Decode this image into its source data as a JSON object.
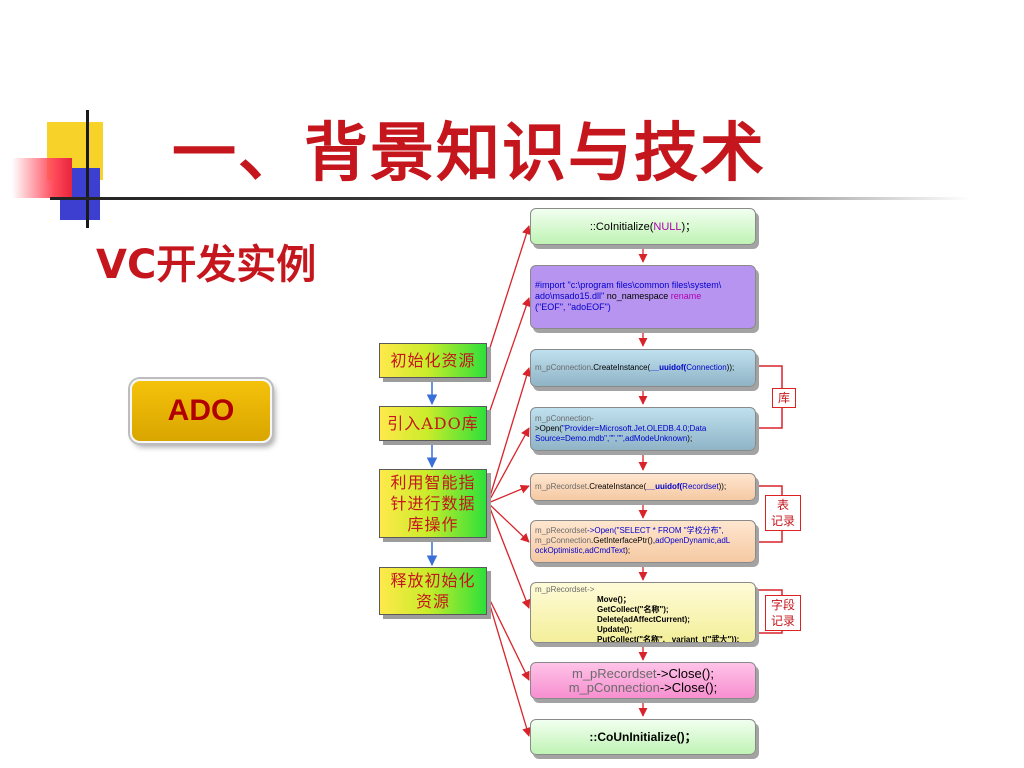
{
  "title": "一、背景知识与技术",
  "subtitle": "VC开发实例",
  "badge": "ADO",
  "steps": [
    "初始化资源",
    "引入ADO库",
    "利用智能指针进行数据库操作",
    "释放初始化资源"
  ],
  "steps_lines": {
    "s3": [
      "利用智能指",
      "针进行数据",
      "库操作"
    ],
    "s4": [
      "释放初始化",
      "资源"
    ]
  },
  "code": {
    "c1": {
      "a": "::CoInitialize(",
      "b": "NULL",
      "c": ")；"
    },
    "c2": {
      "l1": "#import \"c:\\program files\\common files\\system\\",
      "l2a": "ado\\msado15.dll\" ",
      "l2b": "no_namespace ",
      "l2c": "rename",
      "l3": "(\"EOF\", \"adoEOF\")"
    },
    "c3": {
      "a": "m_pConnection",
      "b": ".CreateInstance(",
      "c": "__uuidof(",
      "d": "Connection",
      "e": "));"
    },
    "c4": {
      "l1": "m_pConnection-",
      "l2a": ">Open(",
      "l2b": "\"Provider=Microsoft.Jet.OLEDB.4.0;Data",
      "l3a": "Source=Demo.mdb\",\"\",\"\",",
      "l3b": "adModeUnknown",
      "l3c": ");"
    },
    "c5": {
      "a": "m_pRecordset",
      "b": ".CreateInstance(",
      "c": "__uuidof(",
      "d": "Recordset",
      "e": "));"
    },
    "c6": {
      "l1a": "m_pRecordset",
      "l1b": "->Open(\"SELECT * FROM \"学校分布\",",
      "l2a": "m_pConnection",
      "l2b": ".GetInterfacePtr(),",
      "l2c": "adOpenDynamic,adL",
      "l3a": "ockOptimistic,",
      "l3b": "adCmdText",
      "l3c": ");"
    },
    "c7": {
      "l1": "m_pRecordset->",
      "l2": "Move()；",
      "l3": "GetCollect(\"名称\");",
      "l4": "Delete(adAffectCurrent);",
      "l5": "Update();",
      "l6": "PutCollect(\"名称\", _variant_t(\"武大\"));"
    },
    "c8": {
      "l1a": "m_pRecordset",
      "l1b": "->Close();",
      "l2a": "m_pConnection",
      "l2b": "->Close();"
    },
    "c9": {
      "a": "::CoUnInitialize()；"
    }
  },
  "bracket_labels": {
    "k1": "库",
    "k2": "表 记录",
    "k3": "字段 记录"
  },
  "bracket_lines": {
    "k2": [
      "表",
      "记录"
    ],
    "k3": [
      "字段",
      "记录"
    ]
  },
  "colors": {
    "title_red": "#c4161c",
    "arrow_red": "#d9232b",
    "arrow_blue": "#3a6fd8"
  }
}
